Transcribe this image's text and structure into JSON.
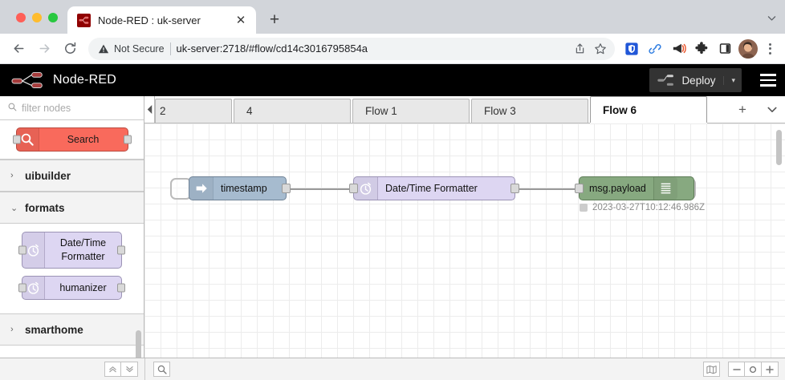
{
  "browser": {
    "window_controls": [
      "close",
      "minimize",
      "maximize"
    ],
    "tab": {
      "title": "Node-RED : uk-server",
      "favicon_name": "node-red-favicon",
      "close_label": "✕"
    },
    "new_tab_label": "+",
    "window_chevron_label": "▾",
    "toolbar": {
      "back_label": "←",
      "forward_label": "→",
      "reload_label": "↻",
      "security_label": "Not Secure",
      "url": "uk-server:2718/#flow/cd14c3016795854a",
      "share_icon": "share-icon",
      "bookmark_icon": "star-icon",
      "extensions": [
        "shield-extension-icon",
        "link-extension-icon",
        "megaphone-extension-icon",
        "puzzle-extension-icon",
        "sidepanel-icon"
      ],
      "avatar_name": "profile-avatar",
      "menu_label": "⋮"
    }
  },
  "nodered": {
    "header": {
      "logo_text": "Node-RED",
      "deploy_label": "Deploy",
      "deploy_caret": "▾",
      "menu_name": "main-menu"
    },
    "palette": {
      "search_placeholder": "filter nodes",
      "search_node": {
        "label": "Search",
        "icon": "magnifier-icon",
        "color": "#f96a5c"
      },
      "categories": [
        {
          "label": "uibuilder",
          "expanded": false,
          "caret": "›",
          "nodes": []
        },
        {
          "label": "formats",
          "expanded": true,
          "caret": "⌄",
          "nodes": [
            {
              "label": "Date/Time Formatter",
              "icon": "clock-icon",
              "color": "#ddd6f2"
            },
            {
              "label": "humanizer",
              "icon": "clock-icon",
              "color": "#ddd6f2"
            }
          ]
        },
        {
          "label": "smarthome",
          "expanded": false,
          "caret": "›",
          "nodes": []
        }
      ]
    },
    "workspace": {
      "tabs": [
        {
          "label": "2",
          "active": false,
          "partial": true
        },
        {
          "label": "4",
          "active": false,
          "partial": false
        },
        {
          "label": "Flow 1",
          "active": false,
          "partial": false
        },
        {
          "label": "Flow 3",
          "active": false,
          "partial": false
        },
        {
          "label": "Flow 6",
          "active": true,
          "partial": false
        }
      ],
      "add_tab_label": "+",
      "tab_menu_label": "▾",
      "collapse_label": "◀",
      "nodes": [
        {
          "id": "inject",
          "label": "timestamp",
          "type": "inject",
          "icon": "arrow-right-icon",
          "color": "#a6bbcf",
          "selected": true
        },
        {
          "id": "formatter",
          "label": "Date/Time Formatter",
          "type": "format",
          "icon": "clock-icon",
          "color": "#ddd6f2",
          "selected": false
        },
        {
          "id": "debug",
          "label": "msg.payload",
          "type": "debug",
          "icon": "debug-lines-icon",
          "color": "#87a980",
          "selected": true
        }
      ],
      "debug_status": "2023-03-27T10:12:46.986Z"
    },
    "statusbar": {
      "expand_all_label": "»",
      "collapse_all_label": "»",
      "search_icon": "magnifier-icon",
      "navigator_icon": "map-icon",
      "zoom_out_label": "−",
      "zoom_reset_label": "○",
      "zoom_in_label": "+"
    }
  }
}
